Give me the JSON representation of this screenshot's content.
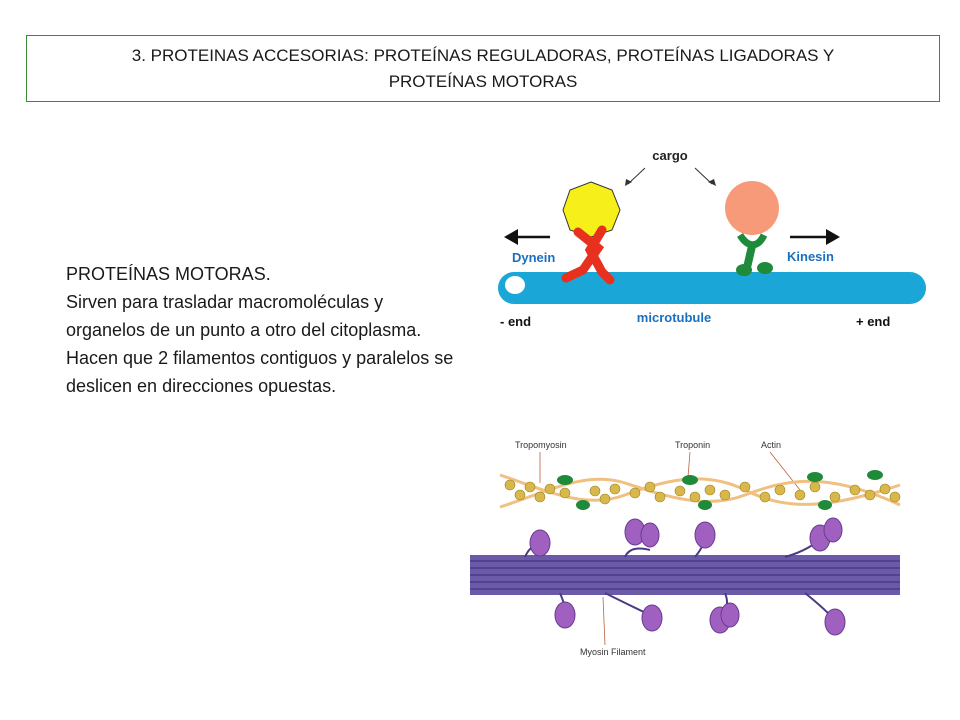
{
  "title": {
    "line1": "3. PROTEINAS ACCESORIAS: PROTEÍNAS REGULADORAS,  PROTEÍNAS LIGADORAS Y",
    "line2": "PROTEÍNAS MOTORAS"
  },
  "body": {
    "heading": "PROTEÍNAS MOTORAS.",
    "paragraph": "Sirven para trasladar macromoléculas y organelos de un punto a otro del citoplasma. Hacen que 2 filamentos contiguos y paralelos se deslicen en direcciones opuestas."
  },
  "motor_diagram": {
    "cargo": "cargo",
    "dynein": "Dynein",
    "kinesin": "Kinesin",
    "minus_end": "- end",
    "plus_end": "+ end",
    "microtubule": "microtubule"
  },
  "myosin_diagram": {
    "tropomyosin": "Tropomyosin",
    "troponin": "Troponin",
    "actin": "Actin",
    "myosin_filament": "Myosin Filament"
  },
  "colors": {
    "border": "#3a8a3a",
    "microtubule": "#1aa6d6",
    "dynein": "#e8301e",
    "kinesin": "#1f8a3a",
    "cargo_left": "#f7ef1a",
    "cargo_right": "#f79a7a",
    "label_blue": "#1a70c0",
    "actin_bead": "#d8b84a",
    "tropomyosin": "#f0c080",
    "myosin": "#6a5aa8",
    "myosin_head": "#a060c0"
  }
}
